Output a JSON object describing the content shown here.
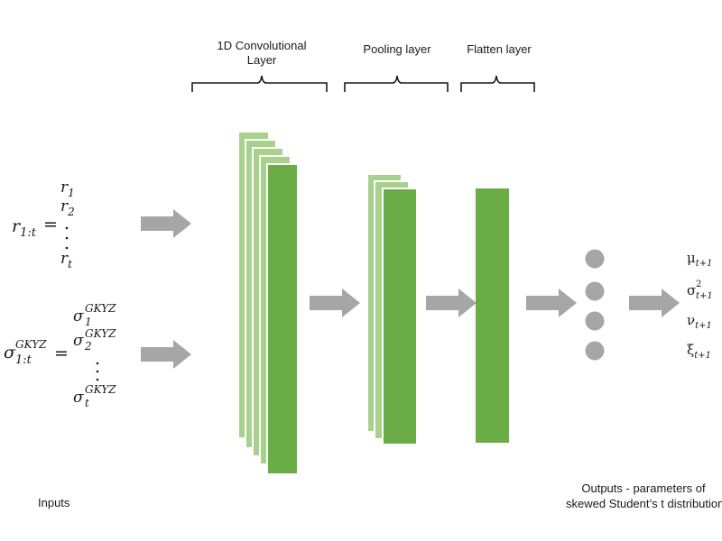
{
  "layers": {
    "conv_line1": "1D Convolutional",
    "conv_line2": "Layer",
    "pooling": "Pooling layer",
    "flatten": "Flatten layer"
  },
  "inputs": {
    "label": "Inputs",
    "returns": {
      "lhs_base": "r",
      "lhs_sub": "1:t",
      "equals": "=",
      "items": [
        {
          "base": "r",
          "sub": "1"
        },
        {
          "base": "r",
          "sub": "2"
        },
        {
          "base": "r",
          "sub": "t"
        }
      ]
    },
    "vol": {
      "lhs_base": "σ",
      "lhs_sup": "GKYZ",
      "lhs_sub": "1:t",
      "equals": "=",
      "items": [
        {
          "base": "σ",
          "sup": "GKYZ",
          "sub": "1"
        },
        {
          "base": "σ",
          "sup": "GKYZ",
          "sub": "2"
        },
        {
          "base": "σ",
          "sup": "GKYZ",
          "sub": "t"
        }
      ]
    }
  },
  "outputs": {
    "label_line1": "Outputs - parameters of",
    "label_line2": "skewed Student’s t distribution",
    "params": [
      {
        "base": "μ",
        "sup": "",
        "sub": "t+1"
      },
      {
        "base": "σ",
        "sup": "2",
        "sub": "t+1"
      },
      {
        "base": "ν",
        "sup": "",
        "sub": "t+1"
      },
      {
        "base": "ξ",
        "sup": "",
        "sub": "t+1"
      }
    ]
  },
  "colors": {
    "dark_green": "#6aad47",
    "light_green": "#a9d18e",
    "arrow_gray": "#a6a6a6",
    "node_gray": "#a6a6a6"
  }
}
